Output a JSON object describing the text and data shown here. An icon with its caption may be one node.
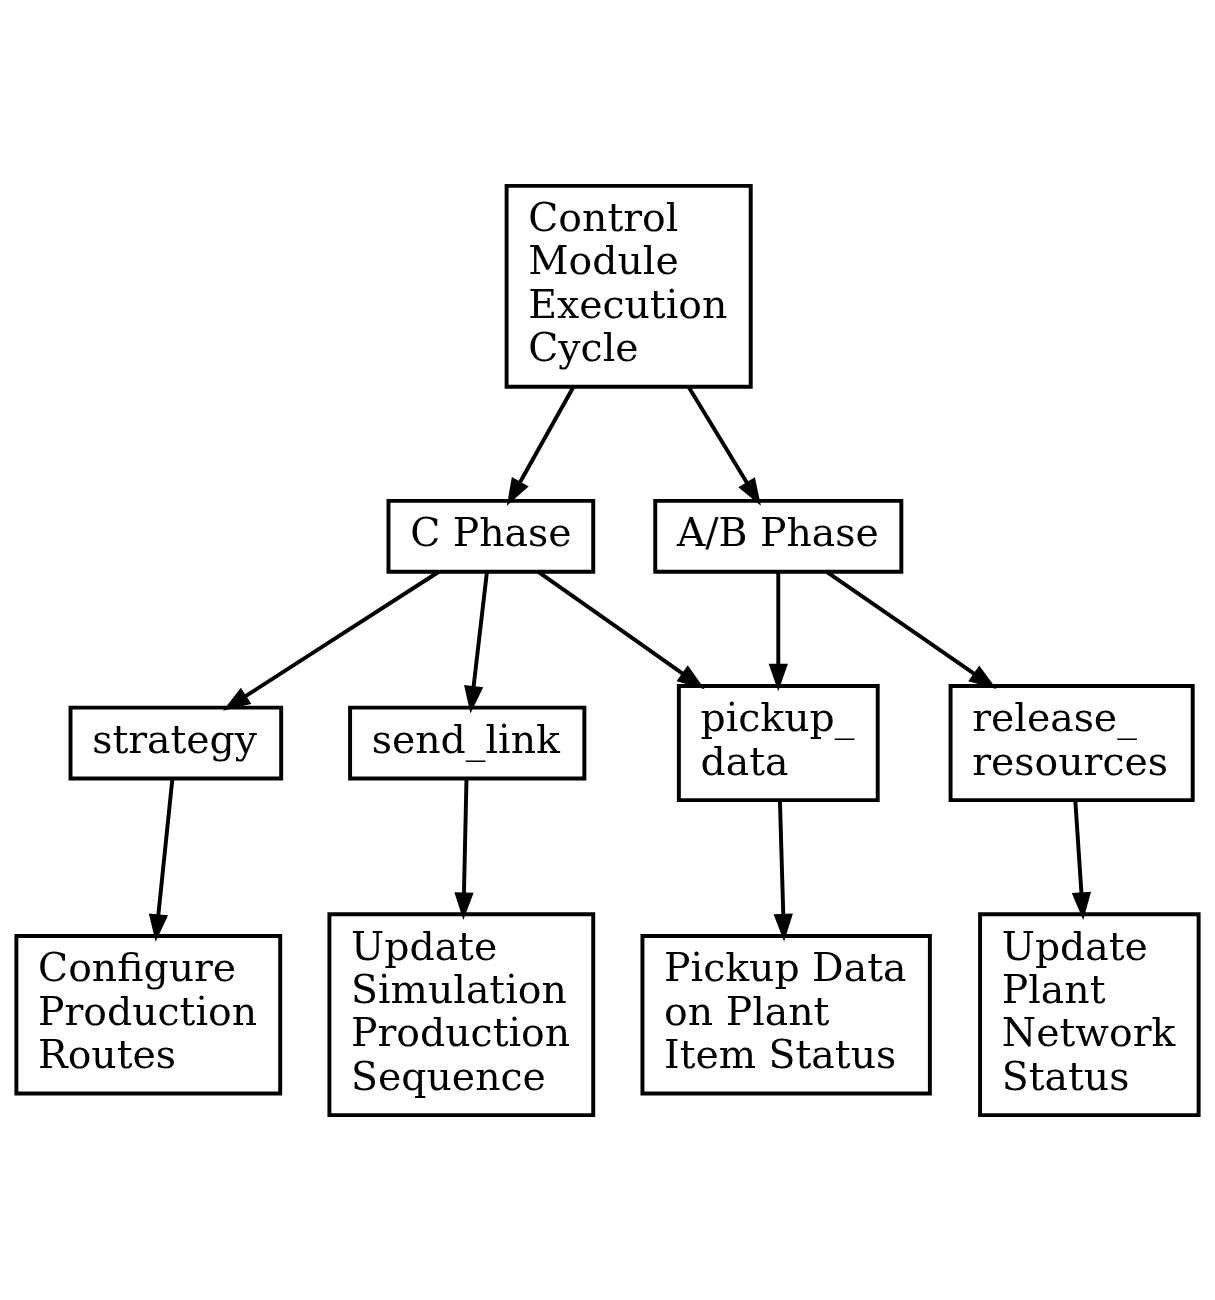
{
  "diagram": {
    "nodes": [
      {
        "text": [
          "Control Module Execution Cycle"
        ]
      },
      {
        "text": [
          "C Phase"
        ]
      },
      {
        "text": [
          "A/B Phase"
        ]
      },
      {
        "text": [
          "strategy"
        ]
      },
      {
        "text": [
          "send_link"
        ]
      },
      {
        "text": [
          "pickup_ data"
        ]
      },
      {
        "text": [
          "release_ resources"
        ]
      },
      {
        "text": [
          "Configure Production Routes"
        ]
      },
      {
        "text": [
          "Update Simulation Production Sequence"
        ]
      },
      {
        "text": [
          "Pickup Data on Plant Item Status"
        ]
      },
      {
        "text": [
          "Update Plant Network Status"
        ]
      }
    ],
    "edges": [
      {
        "from": 0,
        "to": 1,
        "arrow": "to"
      },
      {
        "from": 0,
        "to": 2,
        "arrow": "to"
      },
      {
        "from": 1,
        "to": 3,
        "arrow": "to"
      },
      {
        "from": 1,
        "to": 4,
        "arrow": "to"
      },
      {
        "from": 1,
        "to": 5,
        "arrow": "to"
      },
      {
        "from": 2,
        "to": 5,
        "arrow": "to"
      },
      {
        "from": 2,
        "to": 6,
        "arrow": "to"
      },
      {
        "from": 3,
        "to": 7,
        "arrow": "to"
      },
      {
        "from": 4,
        "to": 8,
        "arrow": "to"
      },
      {
        "from": 5,
        "to": 9,
        "arrow": "to"
      },
      {
        "from": 6,
        "to": 10,
        "arrow": "to"
      }
    ]
  }
}
